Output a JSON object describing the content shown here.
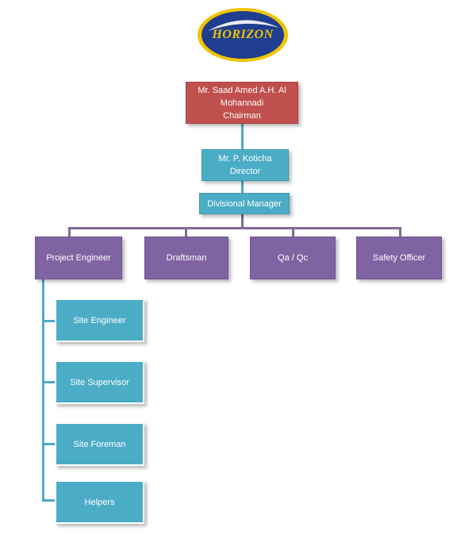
{
  "logo": {
    "text": "HORIZON",
    "colors": {
      "outer": "#f2c400",
      "inner": "#1f3e8f",
      "text": "#f2c400",
      "swoosh": "#ffffff"
    }
  },
  "chairman": {
    "line1": "Mr. Saad Amed A.H. Al",
    "line2": "Mohannadi",
    "title": "Chairman"
  },
  "director": {
    "name": "Mr. P. Koticha",
    "title": "Director"
  },
  "divisional_manager": {
    "label": "Divisional Manager"
  },
  "departments": [
    {
      "label": "Project Engineer"
    },
    {
      "label": "Draftsman"
    },
    {
      "label": "Qa / Qc"
    },
    {
      "label": "Safety Officer"
    }
  ],
  "site_staff": [
    {
      "label": "Site Engineer"
    },
    {
      "label": "Site Supervisor"
    },
    {
      "label": "Site Foreman"
    },
    {
      "label": "Helpers"
    }
  ],
  "colors": {
    "chairman": "#c0504d",
    "teal": "#4bacc6",
    "purple": "#8064a2"
  }
}
